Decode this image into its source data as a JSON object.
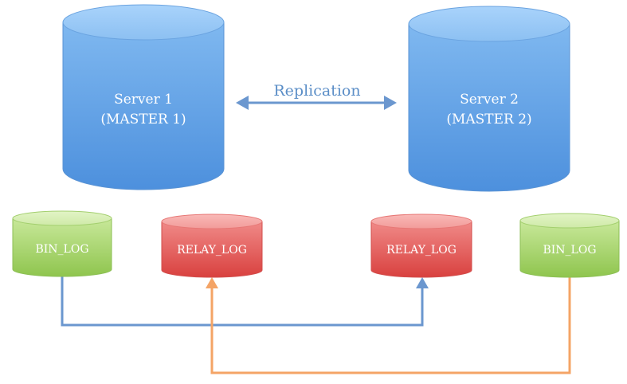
{
  "servers": [
    {
      "line1": "Server 1",
      "line2": "(MASTER 1)"
    },
    {
      "line1": "Server 2",
      "line2": "(MASTER 2)"
    }
  ],
  "replication": {
    "label": "Replication"
  },
  "logs": {
    "bin_log_1": "BIN_LOG",
    "relay_log_1": "RELAY_LOG",
    "relay_log_2": "RELAY_LOG",
    "bin_log_2": "BIN_LOG"
  },
  "colors": {
    "server": "#5f9fe0",
    "bin_log": "#a6d36a",
    "relay_log": "#e15a58",
    "blue_connector": "#6b97cf",
    "orange_connector": "#f4a466"
  }
}
